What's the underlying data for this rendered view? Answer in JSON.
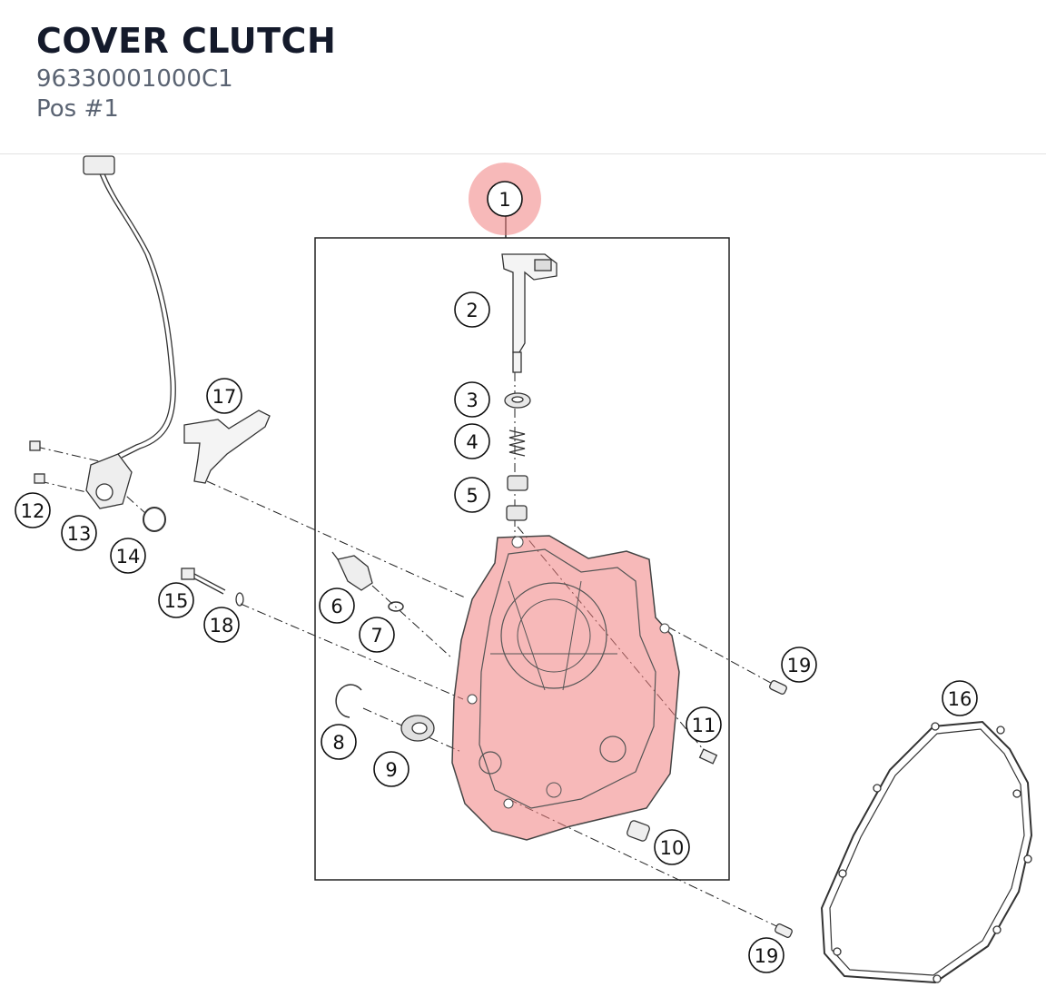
{
  "header": {
    "title": "COVER CLUTCH",
    "part_number": "96330001000C1",
    "position": "Pos #1"
  },
  "diagram": {
    "highlight_color": "#f08080",
    "highlighted_position": "1",
    "callouts": [
      "1",
      "2",
      "3",
      "4",
      "5",
      "6",
      "7",
      "8",
      "9",
      "10",
      "11",
      "12",
      "13",
      "14",
      "15",
      "16",
      "17",
      "18",
      "19",
      "19"
    ]
  }
}
